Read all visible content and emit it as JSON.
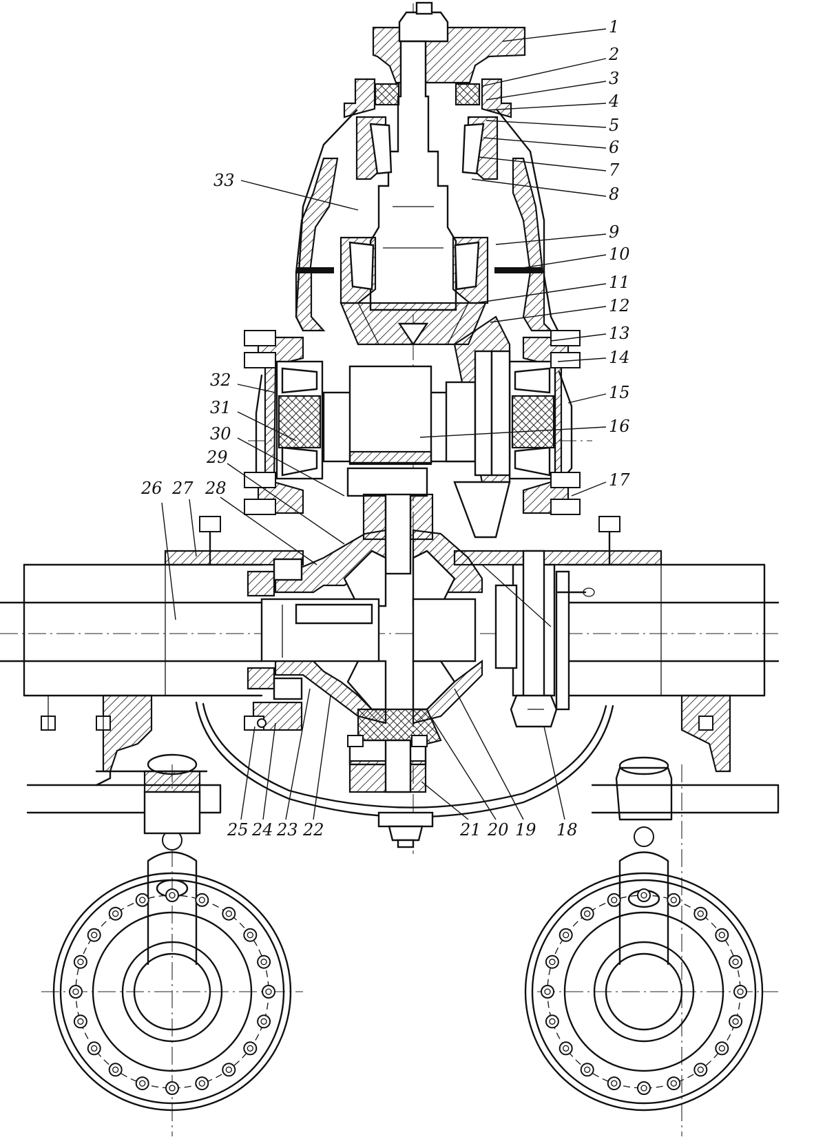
{
  "callouts": [
    {
      "id": "1",
      "label": "1"
    },
    {
      "id": "2",
      "label": "2"
    },
    {
      "id": "3",
      "label": "3"
    },
    {
      "id": "4",
      "label": "4"
    },
    {
      "id": "5",
      "label": "5"
    },
    {
      "id": "6",
      "label": "6"
    },
    {
      "id": "7",
      "label": "7"
    },
    {
      "id": "8",
      "label": "8"
    },
    {
      "id": "9",
      "label": "9"
    },
    {
      "id": "10",
      "label": "10"
    },
    {
      "id": "11",
      "label": "11"
    },
    {
      "id": "12",
      "label": "12"
    },
    {
      "id": "13",
      "label": "13"
    },
    {
      "id": "14",
      "label": "14"
    },
    {
      "id": "15",
      "label": "15"
    },
    {
      "id": "16",
      "label": "16"
    },
    {
      "id": "17",
      "label": "17"
    },
    {
      "id": "18",
      "label": "18"
    },
    {
      "id": "19",
      "label": "19"
    },
    {
      "id": "20",
      "label": "20"
    },
    {
      "id": "21",
      "label": "21"
    },
    {
      "id": "22",
      "label": "22"
    },
    {
      "id": "23",
      "label": "23"
    },
    {
      "id": "24",
      "label": "24"
    },
    {
      "id": "25",
      "label": "25"
    },
    {
      "id": "26",
      "label": "26"
    },
    {
      "id": "27",
      "label": "27"
    },
    {
      "id": "28",
      "label": "28"
    },
    {
      "id": "29",
      "label": "29"
    },
    {
      "id": "30",
      "label": "30"
    },
    {
      "id": "31",
      "label": "31"
    },
    {
      "id": "32",
      "label": "32"
    },
    {
      "id": "33",
      "label": "33"
    }
  ],
  "colors": {
    "ink": "#111111",
    "paper": "#ffffff"
  }
}
